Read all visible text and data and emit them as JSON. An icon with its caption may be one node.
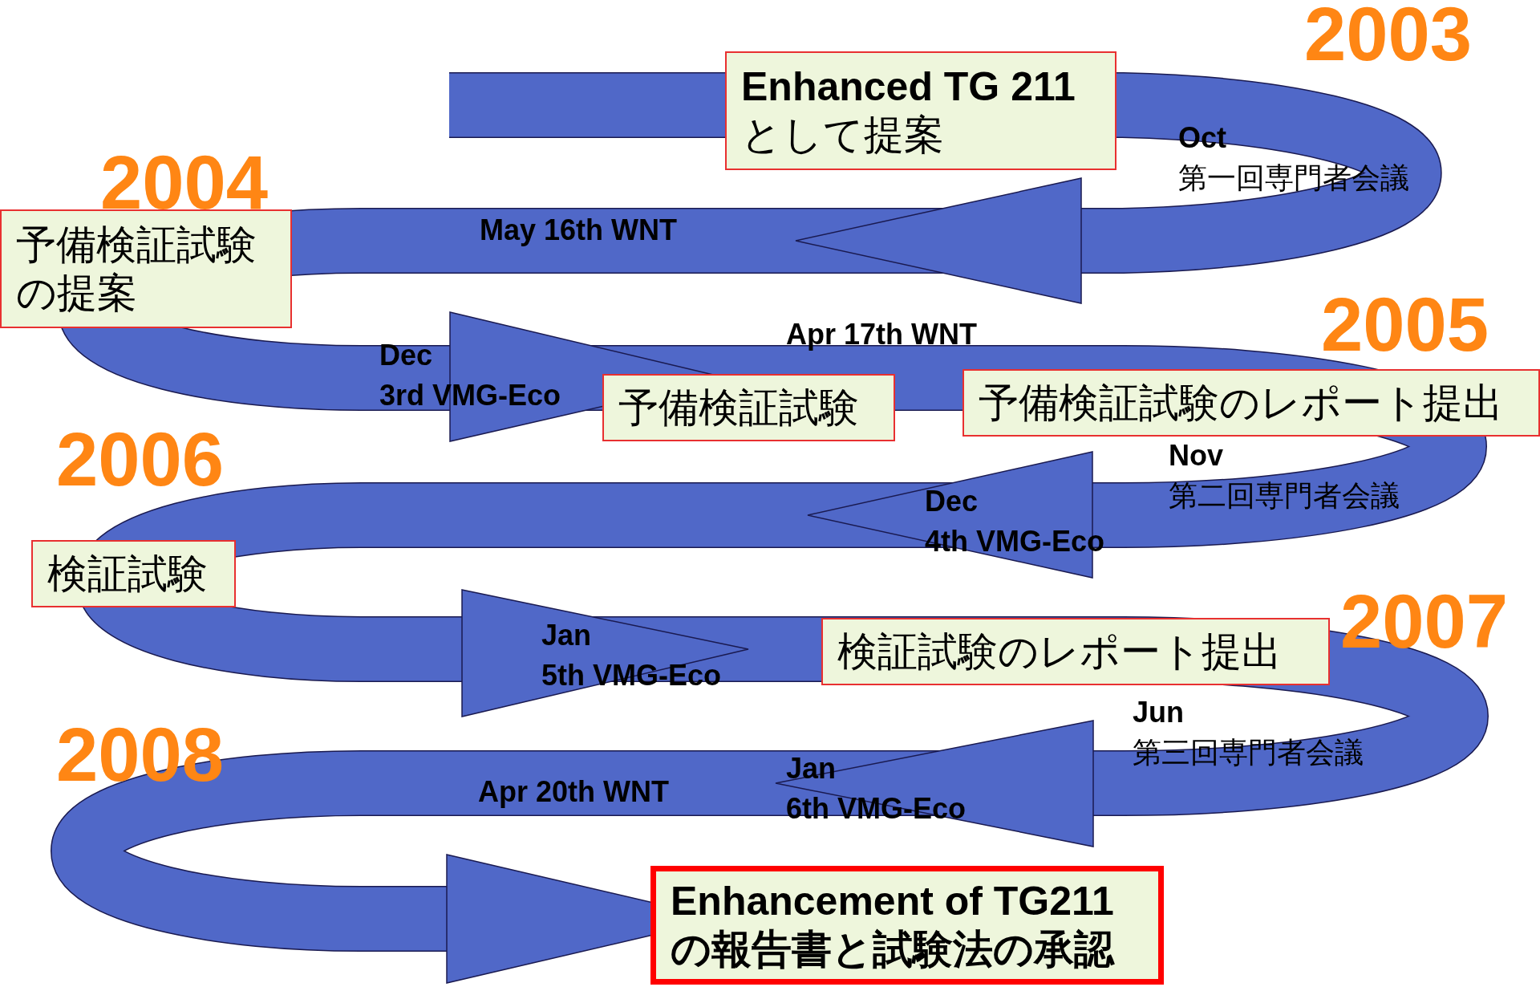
{
  "diagram": {
    "nodes": [
      {
        "text": [
          "**Enhanced TG 211** として提案"
        ]
      },
      {
        "text": [
          "予備検証試験の提案"
        ]
      },
      {
        "text": [
          "予備検証試験"
        ]
      },
      {
        "text": [
          "予備検証試験のレポート提出"
        ]
      },
      {
        "text": [
          "検証試験"
        ]
      },
      {
        "text": [
          "検証試験のレポート提出"
        ]
      },
      {
        "text": [
          "Enhancement of TG211 の報告書と試験法の承認"
        ]
      }
    ],
    "labels": [
      "2003",
      "**Oct** 第一回専門者会議",
      "2004",
      "May 16th WNT",
      "Apr 17th WNT",
      "2005",
      "Dec 3rd VMG-Eco",
      "2006",
      "**Nov** 第二回専門者会議",
      "Dec 4th VMG-Eco",
      "Jan 5th VMG-Eco",
      "2007",
      "**Jun** 第三回専門者会議",
      "2008",
      "Jan 6th VMG-Eco",
      "Apr 20th WNT"
    ]
  }
}
